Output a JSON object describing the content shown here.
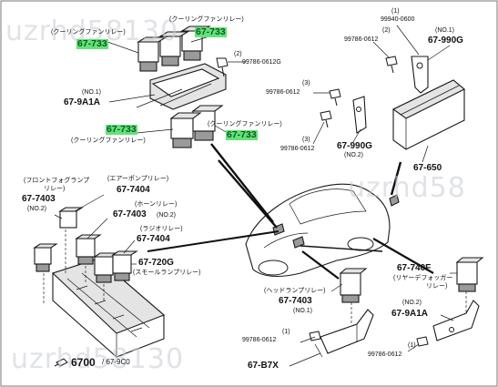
{
  "watermarks": [
    "uzrhd58130",
    "uzrhd58",
    "uzrhd58130"
  ],
  "labels": {
    "cool_fan_relay_top": "(クーリングファンリレー)",
    "cool_fan_relay_top2": "(クーリングファンリレー)",
    "pn_67733_a": "67-733",
    "pn_67733_b": "67-733",
    "qty2_a": "(2)",
    "bolt_0612g_a": "99786-0612G",
    "no1_a": "(NO.1)",
    "pn_679a1a_a": "67-9A1A",
    "pn_67733_c": "67-733",
    "pn_67733_d": "67-733",
    "cool_fan_relay_mid": "(クーリングファンリレー)",
    "cool_fan_relay_mid2": "(クーリングファンリレー)",
    "qty1_top": "(1)",
    "bolt_99940": "99940-0600",
    "qty2_b": "(2)",
    "bolt_0612_top": "99786-0612",
    "no1_b": "(NO.1)",
    "pn_67990g_a": "67-990G",
    "qty3_a": "(3)",
    "bolt_0612_b": "99786-0612",
    "qty3_b": "(3)",
    "bolt_0612_c": "99786-0612",
    "pn_67990g_b": "67-990G",
    "no2_a": "(NO.2)",
    "pn_67650": "67-650",
    "front_fog_relay": "(フロントフォグランプ",
    "front_fog_relay2": "リレー)",
    "air_pump_relay": "(エアーポンプリレー)",
    "pn_677404_a": "67-7404",
    "pn_677403_a": "67-7403",
    "no2_b": "(NO.2)",
    "horn_relay": "(ホーンリレー)",
    "pn_677403_b": "67-7403",
    "no2_c": "(NO.2)",
    "radio_relay": "(ラジオリレー)",
    "pn_677404_b": "67-7404",
    "pn_67720g": "67-720G",
    "small_lamp_relay": "(スモールランプリレー)",
    "pn_6700": "6700",
    "pn_679c0": "/ 67-9C0",
    "headlamp_relay": "(ヘッドランプリレー)",
    "pn_677403_c": "67-7403",
    "no1_c": "(NO.1)",
    "qty1_b": "(1)",
    "bolt_0612_d": "99786-0612",
    "pn_67b7x": "67-B7X",
    "pn_67740f": "67-740F",
    "rear_defogger_relay": "(リヤーデフォッガー",
    "rear_defogger_relay2": "リレー)",
    "no2_d": "(NO.2)",
    "pn_679a1a_b": "67-9A1A",
    "qty1_c": "(1)",
    "bolt_0612_e": "99786-0612"
  },
  "colors": {
    "highlight": "#62e27a",
    "highlight_text": "#0d5b1c",
    "line": "#1a1a1a",
    "watermark": "#c7ccd3"
  }
}
